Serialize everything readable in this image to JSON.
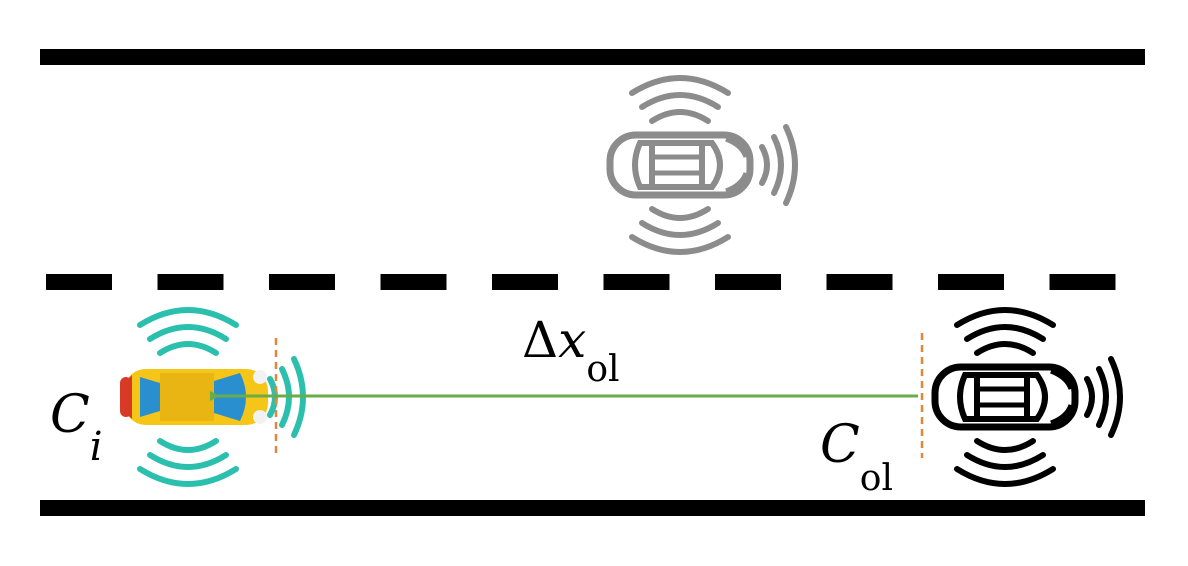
{
  "labels": {
    "ci_main": "C",
    "ci_sub": "i",
    "col_main": "C",
    "col_sub": "ol",
    "dx_delta": "Δ",
    "dx_main": "x",
    "dx_sub": "ol"
  },
  "colors": {
    "road": "#000000",
    "ghost_car": "#8c8c8c",
    "ego_sensor": "#2bbfae",
    "ego_body": "#f5c518",
    "ego_glass": "#2a8fcf",
    "ego_tail": "#d83a26",
    "leader_car": "#000000",
    "gap_arrow": "#6aac4a",
    "marker": "#e0883a"
  }
}
